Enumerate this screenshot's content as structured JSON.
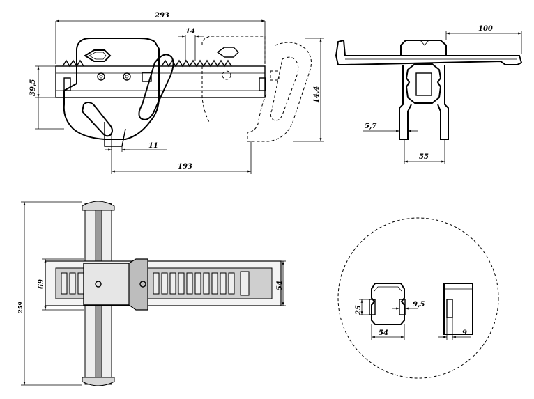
{
  "dimensions": {
    "overall_length": "293",
    "tooth_pitch": "14",
    "height_low": "39,5",
    "height_total": "14,4",
    "jaw_offset": "11",
    "base_length": "193",
    "top_width": "100",
    "plate_thickness": "5,7",
    "foot_width": "55",
    "plan_length": "259",
    "plan_width": "69",
    "rail_width": "54",
    "profile_inner": "25",
    "profile_wall": "9,5",
    "profile_width": "54",
    "side_thickness": "9"
  }
}
